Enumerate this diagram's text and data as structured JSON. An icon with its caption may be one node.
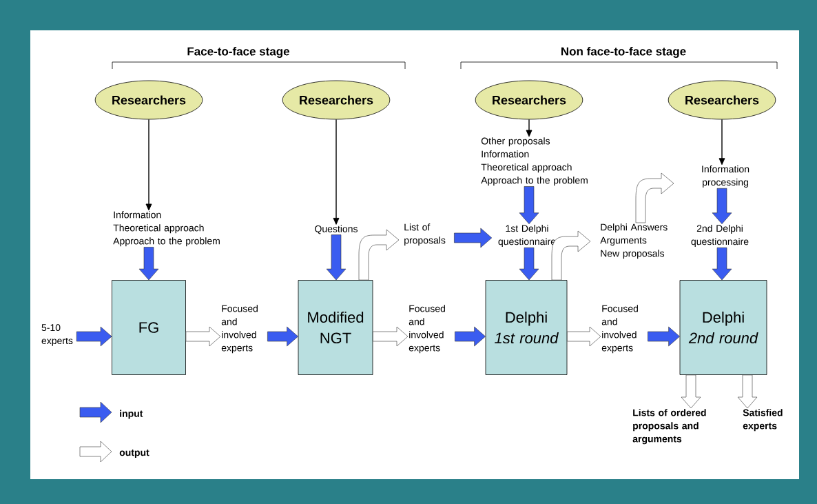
{
  "diagram": {
    "nodes": [
      {
        "text": [
          "Researchers"
        ]
      },
      {
        "text": [
          "Researchers"
        ]
      },
      {
        "text": [
          "Researchers"
        ]
      },
      {
        "text": [
          "Researchers"
        ]
      },
      {
        "text": [
          "Information",
          "Theoretical approach",
          "Approach to the problem"
        ]
      },
      {
        "text": [
          "Questions"
        ]
      },
      {
        "text": [
          "Other proposals",
          "Information",
          "Theoretical approach",
          "Approach to the problem"
        ]
      },
      {
        "text": [
          "Information processing"
        ]
      },
      {
        "text": [
          "5-10 experts"
        ]
      },
      {
        "text": [
          "FG"
        ]
      },
      {
        "text": [
          "Focused and involved experts"
        ]
      },
      {
        "text": [
          "Modified NGT"
        ]
      },
      {
        "text": [
          "List of proposals"
        ]
      },
      {
        "text": [
          "Focused and involved experts"
        ]
      },
      {
        "text": [
          "1st Delphi questionnaire"
        ]
      },
      {
        "text": [
          "Delphi",
          "1st round"
        ]
      },
      {
        "text": [
          "Delphi Answers",
          "Arguments",
          "New proposals"
        ]
      },
      {
        "text": [
          "Focused and involved experts"
        ]
      },
      {
        "text": [
          "2nd Delphi questionnaire"
        ]
      },
      {
        "text": [
          "Delphi",
          "2nd round"
        ]
      },
      {
        "text": [
          "Lists of ordered proposals and arguments"
        ]
      },
      {
        "text": [
          "Satisfied experts"
        ]
      }
    ],
    "edges": [
      {
        "from": 0,
        "to": 4,
        "arrow": "to"
      },
      {
        "from": 1,
        "to": 5,
        "arrow": "to"
      },
      {
        "from": 2,
        "to": 6,
        "arrow": "to"
      },
      {
        "from": 3,
        "to": 7,
        "arrow": "to"
      },
      {
        "from": 8,
        "to": 9,
        "arrow": "to",
        "style": "thick",
        "color": "#3a5cf0"
      },
      {
        "from": 4,
        "to": 9,
        "arrow": "to",
        "style": "thick",
        "color": "#3a5cf0"
      },
      {
        "from": 9,
        "to": 10,
        "arrow": "to",
        "style": "thick",
        "color": "#ffffff"
      },
      {
        "from": 10,
        "to": 11,
        "arrow": "to",
        "style": "thick",
        "color": "#3a5cf0"
      },
      {
        "from": 5,
        "to": 11,
        "arrow": "to",
        "style": "thick",
        "color": "#3a5cf0"
      },
      {
        "from": 11,
        "to": 12,
        "arrow": "to",
        "style": "thick",
        "color": "#ffffff"
      },
      {
        "from": 11,
        "to": 13,
        "arrow": "to",
        "style": "thick",
        "color": "#ffffff"
      },
      {
        "from": 12,
        "to": 14,
        "arrow": "to",
        "style": "thick",
        "color": "#3a5cf0"
      },
      {
        "from": 6,
        "to": 14,
        "arrow": "to",
        "style": "thick",
        "color": "#3a5cf0"
      },
      {
        "from": 14,
        "to": 15,
        "arrow": "to",
        "style": "thick",
        "color": "#3a5cf0"
      },
      {
        "from": 13,
        "to": 15,
        "arrow": "to",
        "style": "thick",
        "color": "#3a5cf0"
      },
      {
        "from": 15,
        "to": 16,
        "arrow": "to",
        "style": "thick",
        "color": "#ffffff"
      },
      {
        "from": 15,
        "to": 17,
        "arrow": "to",
        "style": "thick",
        "color": "#ffffff"
      },
      {
        "from": 16,
        "to": 7,
        "arrow": "to",
        "style": "thick",
        "color": "#ffffff"
      },
      {
        "from": 7,
        "to": 18,
        "arrow": "to",
        "style": "thick",
        "color": "#3a5cf0"
      },
      {
        "from": 18,
        "to": 19,
        "arrow": "to",
        "style": "thick",
        "color": "#3a5cf0"
      },
      {
        "from": 17,
        "to": 19,
        "arrow": "to",
        "style": "thick",
        "color": "#3a5cf0"
      },
      {
        "from": 19,
        "to": 20,
        "arrow": "to",
        "style": "thick",
        "color": "#ffffff"
      },
      {
        "from": 19,
        "to": 21,
        "arrow": "to",
        "style": "thick",
        "color": "#ffffff"
      }
    ],
    "labels": [
      "Face-to-face stage",
      "Non face-to-face stage"
    ],
    "legend": [
      {
        "text": "input"
      },
      {
        "text": "output"
      }
    ]
  }
}
